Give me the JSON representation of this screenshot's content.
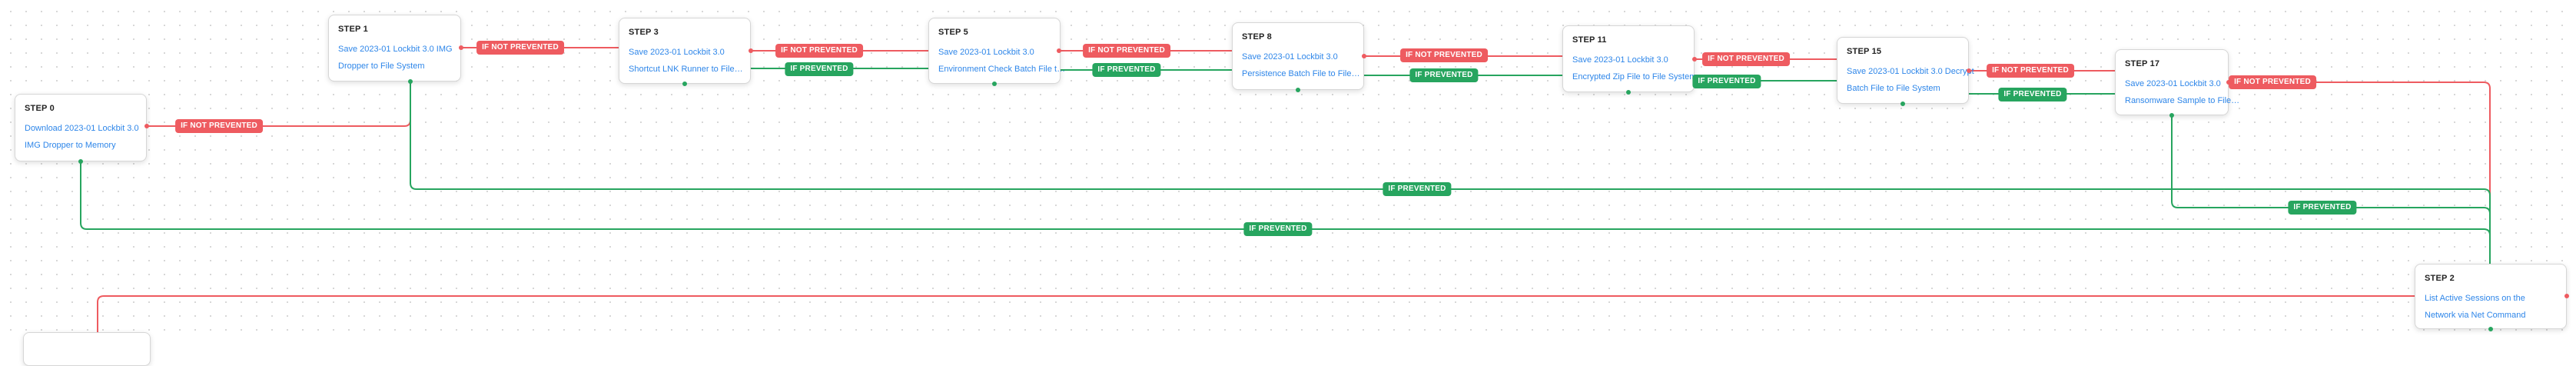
{
  "colors": {
    "red": "#ee5b60",
    "green": "#27a55f",
    "node_text_blue": "#2e86e9",
    "node_title": "#222222",
    "node_border": "#d6d6d6",
    "grid_dot": "#d7d7d7"
  },
  "diagram": {
    "nodes": [
      {
        "id": "step0",
        "step_label": "STEP 0",
        "description_lines": [
          "Download 2023-01 Lockbit 3.0",
          "IMG Dropper to Memory"
        ]
      },
      {
        "id": "step1",
        "step_label": "STEP 1",
        "description_lines": [
          "Save 2023-01 Lockbit 3.0 IMG",
          "Dropper to File System"
        ]
      },
      {
        "id": "step3",
        "step_label": "STEP 3",
        "description_lines": [
          "Save 2023-01 Lockbit 3.0",
          "Shortcut LNK Runner to File…"
        ]
      },
      {
        "id": "step5",
        "step_label": "STEP 5",
        "description_lines": [
          "Save 2023-01 Lockbit 3.0",
          "Environment Check Batch File t…"
        ]
      },
      {
        "id": "step8",
        "step_label": "STEP 8",
        "description_lines": [
          "Save 2023-01 Lockbit 3.0",
          "Persistence Batch File to File…"
        ]
      },
      {
        "id": "step11",
        "step_label": "STEP 11",
        "description_lines": [
          "Save 2023-01 Lockbit 3.0",
          "Encrypted Zip File to File System"
        ]
      },
      {
        "id": "step15",
        "step_label": "STEP 15",
        "description_lines": [
          "Save 2023-01 Lockbit 3.0 Decrypt",
          "Batch File to File System"
        ]
      },
      {
        "id": "step17",
        "step_label": "STEP 17",
        "description_lines": [
          "Save 2023-01 Lockbit 3.0",
          "Ransomware Sample to File…"
        ]
      },
      {
        "id": "step2",
        "step_label": "STEP 2",
        "description_lines": [
          "List Active Sessions on the",
          "Network via Net Command"
        ]
      },
      {
        "id": "cutoff",
        "step_label": "",
        "description_lines": []
      }
    ],
    "edges": [
      {
        "id": "e0",
        "from": "step0",
        "to": "step1",
        "label": "IF NOT PREVENTED"
      },
      {
        "id": "e1",
        "from": "step1",
        "to": "step3",
        "label": "IF NOT PREVENTED"
      },
      {
        "id": "e2r",
        "from": "step3",
        "to": "step5",
        "label": "IF NOT PREVENTED"
      },
      {
        "id": "e2g",
        "from": "step3",
        "to": "step5",
        "label": "IF PREVENTED"
      },
      {
        "id": "e3r",
        "from": "step5",
        "to": "step8",
        "label": "IF NOT PREVENTED"
      },
      {
        "id": "e3g",
        "from": "step5",
        "to": "step8",
        "label": "IF PREVENTED"
      },
      {
        "id": "e4r",
        "from": "step8",
        "to": "step11",
        "label": "IF NOT PREVENTED"
      },
      {
        "id": "e4g",
        "from": "step8",
        "to": "step11",
        "label": "IF PREVENTED"
      },
      {
        "id": "e5r",
        "from": "step11",
        "to": "step15",
        "label": "IF NOT PREVENTED"
      },
      {
        "id": "e5g",
        "from": "step11",
        "to": "step15",
        "label": "IF PREVENTED"
      },
      {
        "id": "e6r",
        "from": "step15",
        "to": "step17",
        "label": "IF NOT PREVENTED"
      },
      {
        "id": "e6g",
        "from": "step15",
        "to": "step17",
        "label": "IF PREVENTED"
      },
      {
        "id": "e7r",
        "from": "step17",
        "to": "step2",
        "label": "IF NOT PREVENTED"
      },
      {
        "id": "e7g",
        "from": "step17",
        "to": "step2",
        "label": "IF PREVENTED"
      },
      {
        "id": "e8g",
        "from": "step1",
        "to": "step2",
        "label": "IF PREVENTED"
      },
      {
        "id": "e9g",
        "from": "step0",
        "to": "step2",
        "label": "IF PREVENTED"
      },
      {
        "id": "e10r",
        "from": "step2",
        "to": "cutoff",
        "label": ""
      }
    ]
  }
}
